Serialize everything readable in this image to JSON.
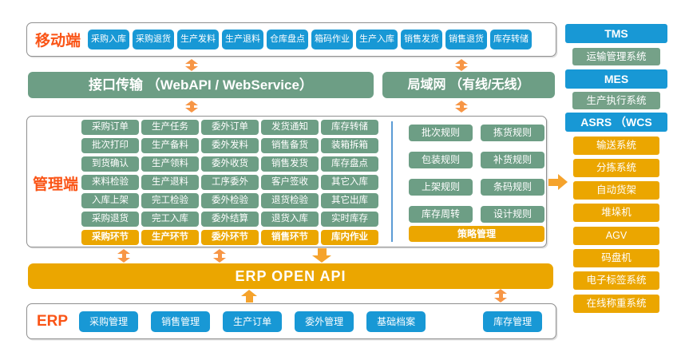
{
  "colors": {
    "blue": "#1898d5",
    "green": "#6d9e85",
    "gold": "#eba600",
    "arrow_orange": "#f79646",
    "accent_red": "#fa5416"
  },
  "mobile": {
    "label": "移动端",
    "buttons": [
      "采购入库",
      "采购退货",
      "生产发料",
      "生产退料",
      "仓库盘点",
      "箱码作业",
      "生产入库",
      "销售发货",
      "销售退货",
      "库存转储"
    ]
  },
  "banners": {
    "interface": "接口传输 （WebAPI / WebService）",
    "lan": "局域网 （有线/无线）"
  },
  "management": {
    "label": "管理端",
    "columns": [
      {
        "items": [
          "采购订单",
          "批次打印",
          "到货确认",
          "来料检验",
          "入库上架",
          "采购退货"
        ],
        "footer": "采购环节"
      },
      {
        "items": [
          "生产任务",
          "生产备料",
          "生产领料",
          "生产退料",
          "完工检验",
          "完工入库"
        ],
        "footer": "生产环节"
      },
      {
        "items": [
          "委外订单",
          "委外发料",
          "委外收货",
          "工序委外",
          "委外检验",
          "委外结算"
        ],
        "footer": "委外环节"
      },
      {
        "items": [
          "发货通知",
          "销售备货",
          "销售发货",
          "客户签收",
          "退货检验",
          "退货入库"
        ],
        "footer": "销售环节"
      },
      {
        "items": [
          "库存转储",
          "装箱拆箱",
          "库存盘点",
          "其它入库",
          "其它出库",
          "实时库存"
        ],
        "footer": "库内作业"
      }
    ],
    "rules": {
      "items": [
        "批次规则",
        "拣货规则",
        "包装规则",
        "补货规则",
        "上架规则",
        "条码规则",
        "库存周转",
        "设计规则"
      ],
      "footer": "策略管理"
    }
  },
  "erp_api": {
    "label": "ERP  OPEN API"
  },
  "erp": {
    "label": "ERP",
    "buttons": [
      "采购管理",
      "销售管理",
      "生产订单",
      "委外管理",
      "基础档案",
      "库存管理"
    ]
  },
  "sidebar": {
    "tms": {
      "title": "TMS",
      "subtitle": "运输管理系统"
    },
    "mes": {
      "title": "MES",
      "subtitle": "生产执行系统"
    },
    "asrs": {
      "title": "ASRS （WCS"
    },
    "devices": [
      "输送系统",
      "分拣系统",
      "自动货架",
      "堆垛机",
      "AGV",
      "码盘机",
      "电子标签系统",
      "在线称重系统"
    ]
  }
}
